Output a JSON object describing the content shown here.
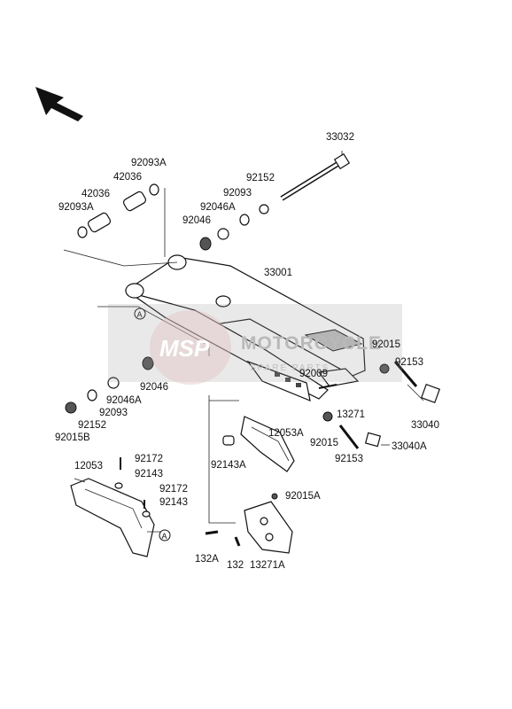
{
  "watermark": {
    "logo": "MSP",
    "title": "MOTORCYCLE",
    "subtitle": "SPARE PARTS"
  },
  "parts": [
    {
      "id": "p33032",
      "label": "33032"
    },
    {
      "id": "p92093A_top",
      "label": "92093A"
    },
    {
      "id": "p42036_a",
      "label": "42036"
    },
    {
      "id": "p42036_b",
      "label": "42036"
    },
    {
      "id": "p92093A_left",
      "label": "92093A"
    },
    {
      "id": "p92152_top",
      "label": "92152"
    },
    {
      "id": "p92093_top",
      "label": "92093"
    },
    {
      "id": "p92046A_top",
      "label": "92046A"
    },
    {
      "id": "p92046_top",
      "label": "92046"
    },
    {
      "id": "p33001",
      "label": "33001"
    },
    {
      "id": "p92015_right",
      "label": "92015"
    },
    {
      "id": "p92153_right",
      "label": "92153"
    },
    {
      "id": "p92009",
      "label": "92009"
    },
    {
      "id": "p92046_mid",
      "label": "92046"
    },
    {
      "id": "p92046A_mid",
      "label": "92046A"
    },
    {
      "id": "p92093_mid",
      "label": "92093"
    },
    {
      "id": "p92152_mid",
      "label": "92152"
    },
    {
      "id": "p92015B",
      "label": "92015B"
    },
    {
      "id": "p13271",
      "label": "13271"
    },
    {
      "id": "p33040",
      "label": "33040"
    },
    {
      "id": "p12053A",
      "label": "12053A"
    },
    {
      "id": "p92015_mid",
      "label": "92015"
    },
    {
      "id": "p33040A",
      "label": "33040A"
    },
    {
      "id": "p92153_mid",
      "label": "92153"
    },
    {
      "id": "p92143A",
      "label": "92143A"
    },
    {
      "id": "p92172_a",
      "label": "92172"
    },
    {
      "id": "p12053",
      "label": "12053"
    },
    {
      "id": "p92143_a",
      "label": "92143"
    },
    {
      "id": "p92172_b",
      "label": "92172"
    },
    {
      "id": "p92143_b",
      "label": "92143"
    },
    {
      "id": "p92015A",
      "label": "92015A"
    },
    {
      "id": "p132A",
      "label": "132A"
    },
    {
      "id": "p132",
      "label": "132"
    },
    {
      "id": "p13271A",
      "label": "13271A"
    }
  ],
  "markers": [
    {
      "id": "ref_a_top",
      "label": "A"
    },
    {
      "id": "ref_a_bottom",
      "label": "A"
    }
  ]
}
